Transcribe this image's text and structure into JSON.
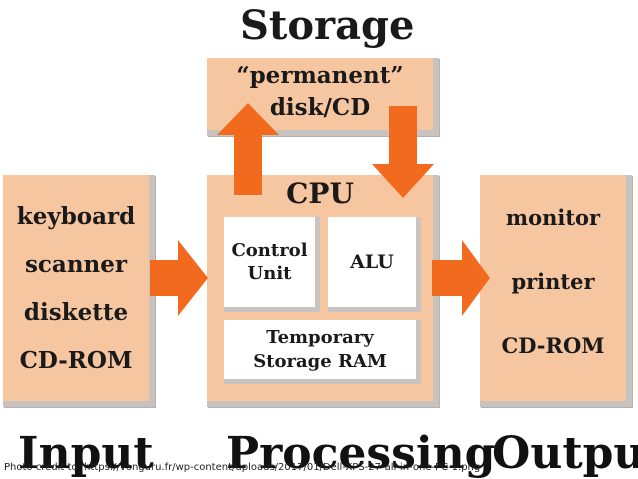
{
  "storage": {
    "title": "Storage",
    "line1": "“permanent”",
    "line2": "disk/CD"
  },
  "input": {
    "items": [
      "keyboard",
      "scanner",
      "diskette",
      "CD-ROM"
    ],
    "label": "Input"
  },
  "processing": {
    "cpu_title": "CPU",
    "control_unit_line1": "Control",
    "control_unit_line2": "Unit",
    "alu": "ALU",
    "temp_line1": "Temporary",
    "temp_line2": "Storage RAM",
    "label": "Processing"
  },
  "output": {
    "items": [
      "monitor",
      "printer",
      "CD-ROM"
    ],
    "label": "Output"
  },
  "credit": "Photo credit to: https://vonguru.fr/wp-content/uploads/2017/01/Dell-XPS-27-all-in-one-PC-1.png",
  "colors": {
    "box_fill": "#f6c6a0",
    "arrow_fill": "#f26a1e",
    "shadow": "#c8c2bf"
  }
}
